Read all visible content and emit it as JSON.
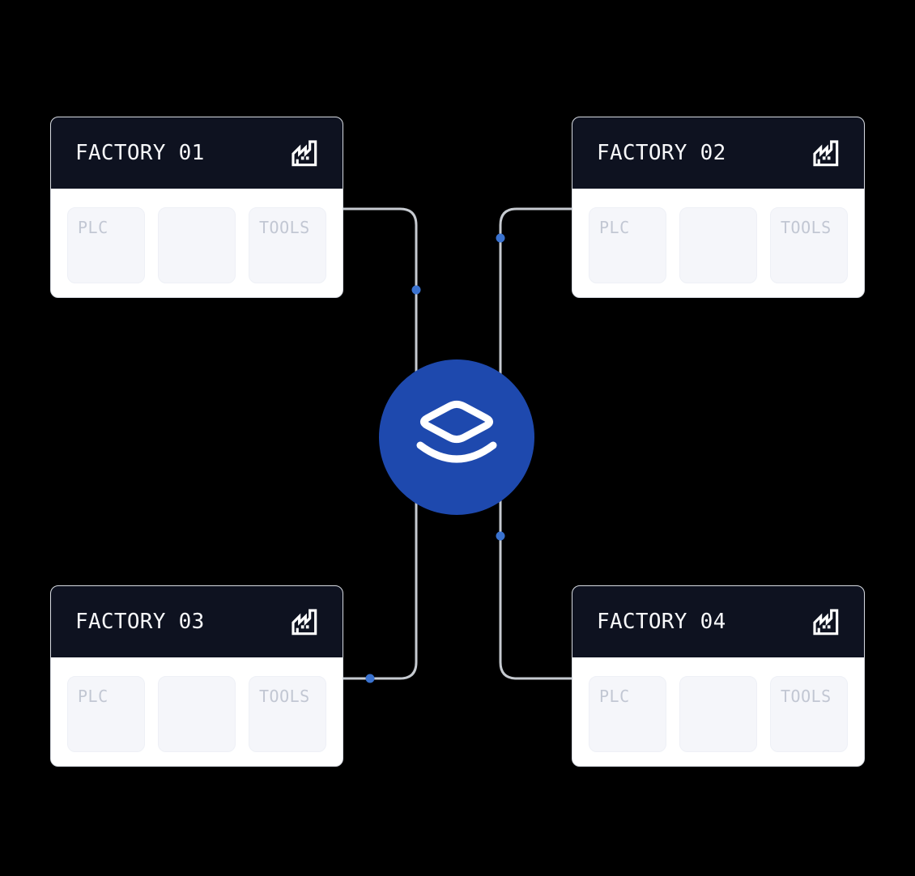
{
  "factories": [
    {
      "title": "FACTORY 01",
      "icon": "factory-icon",
      "modules": [
        "PLC",
        "",
        "TOOLS"
      ]
    },
    {
      "title": "FACTORY 02",
      "icon": "factory-icon",
      "modules": [
        "PLC",
        "",
        "TOOLS"
      ]
    },
    {
      "title": "FACTORY 03",
      "icon": "factory-icon",
      "modules": [
        "PLC",
        "",
        "TOOLS"
      ]
    },
    {
      "title": "FACTORY 04",
      "icon": "factory-icon",
      "modules": [
        "PLC",
        "",
        "TOOLS"
      ]
    }
  ],
  "hub": {
    "icon": "layers-stack-icon"
  },
  "colors": {
    "background": "#000000",
    "card_header": "#0e1220",
    "card_body": "#ffffff",
    "card_border": "#d7dbe2",
    "module_fill": "#f5f6fa",
    "module_text": "#c2c7d3",
    "title_text": "#f7f8fa",
    "line": "#c6cad0",
    "dot": "#3a72cf",
    "hub_blue": "#1e49ae",
    "icon_white": "#ffffff"
  }
}
